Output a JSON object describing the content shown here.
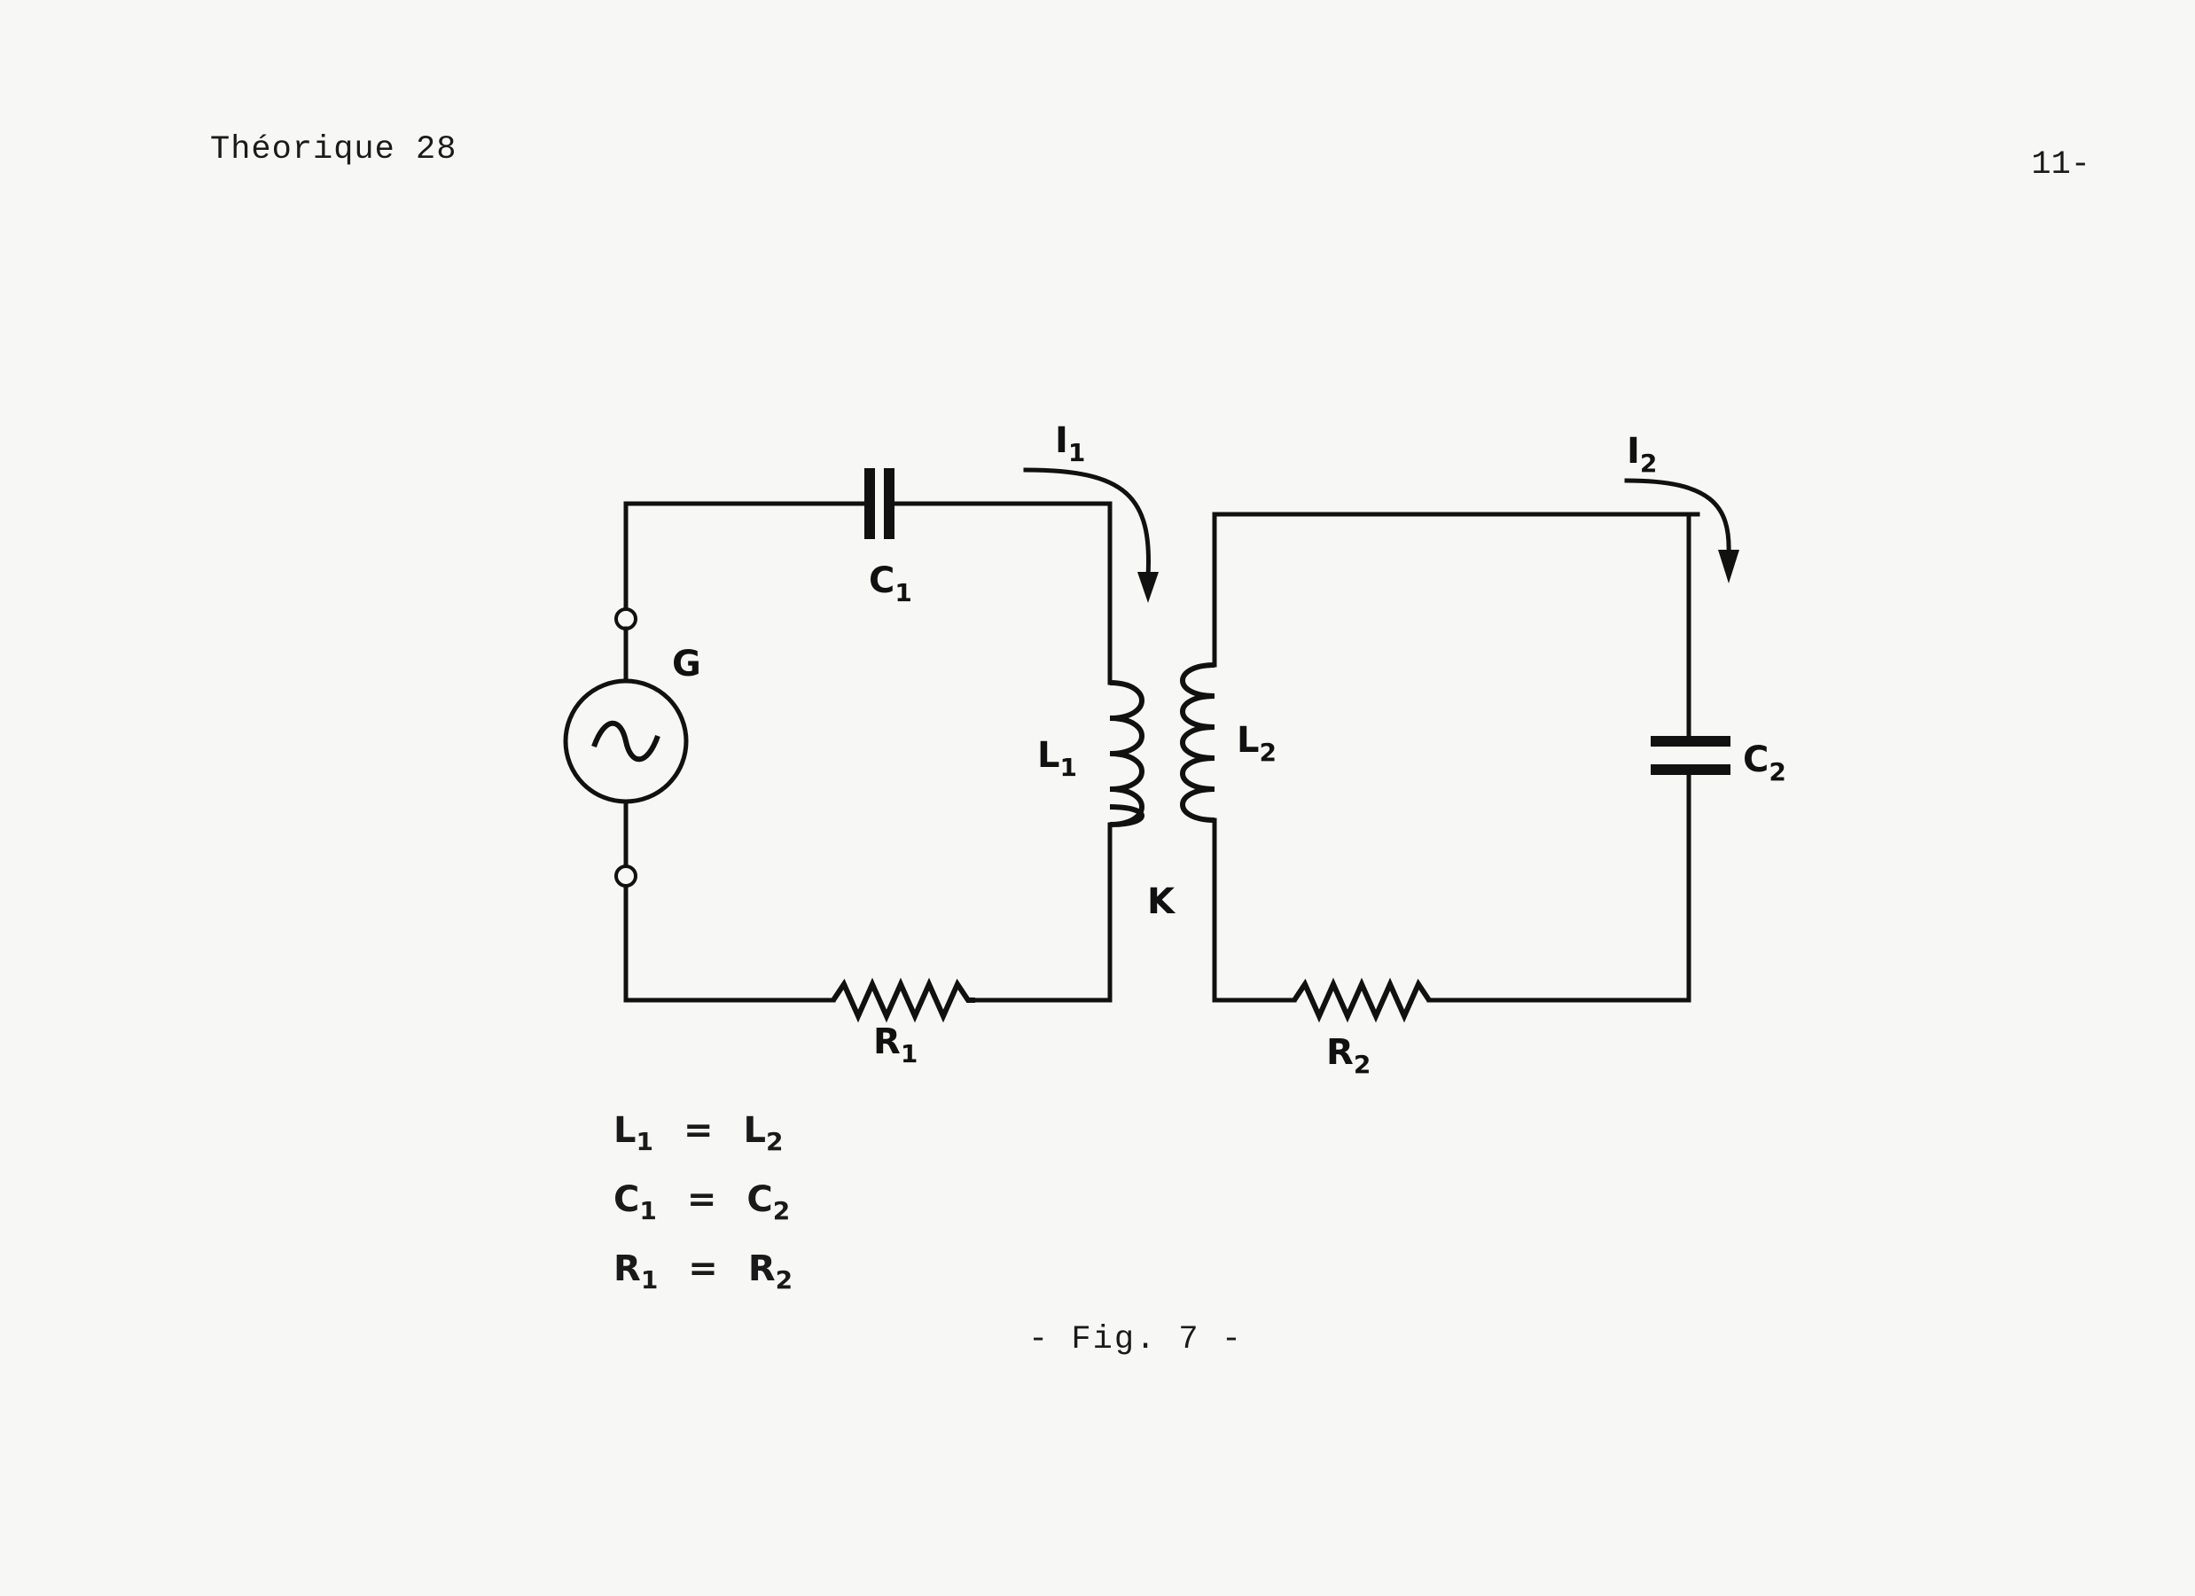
{
  "header": {
    "left": "Théorique 28",
    "right": "11-"
  },
  "labels": {
    "c1": "C",
    "c1_sub": "1",
    "g": "G",
    "l1": "L",
    "l1_sub": "1",
    "l2": "L",
    "l2_sub": "2",
    "k": "K",
    "r1": "R",
    "r1_sub": "1",
    "r2": "R",
    "r2_sub": "2",
    "c2": "C",
    "c2_sub": "2",
    "i1": "I",
    "i1_sub": "1",
    "i2": "I",
    "i2_sub": "2"
  },
  "equations": [
    {
      "lhs": "L",
      "lhs_sub": "1",
      "op": "=",
      "rhs": "L",
      "rhs_sub": "2"
    },
    {
      "lhs": "C",
      "lhs_sub": "1",
      "op": "=",
      "rhs": "C",
      "rhs_sub": "2"
    },
    {
      "lhs": "R",
      "lhs_sub": "1",
      "op": "=",
      "rhs": "R",
      "rhs_sub": "2"
    }
  ],
  "caption": "- Fig. 7 -"
}
